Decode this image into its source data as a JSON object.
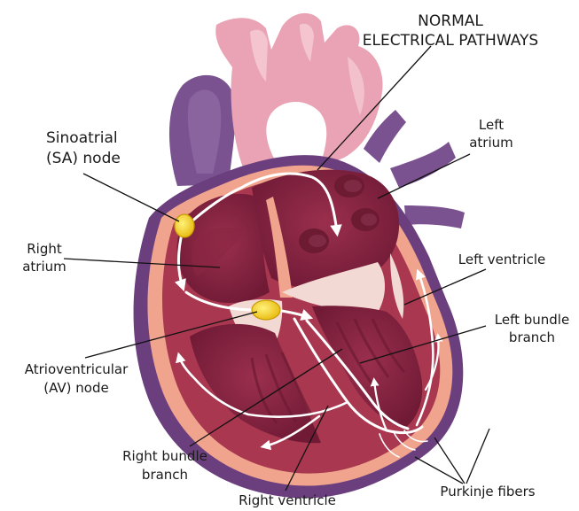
{
  "title": {
    "line1": "NORMAL",
    "line2": "ELECTRICAL PATHWAYS"
  },
  "labels": {
    "sa_node": {
      "line1": "Sinoatrial",
      "line2": "(SA) node"
    },
    "right_atrium": {
      "line1": "Right",
      "line2": "atrium"
    },
    "av_node": {
      "line1": "Atrioventricular",
      "line2": "(AV) node"
    },
    "right_bundle_branch": {
      "line1": "Right bundle",
      "line2": "branch"
    },
    "right_ventricle": {
      "line1": "Right ventricle"
    },
    "left_atrium": {
      "line1": "Left",
      "line2": "atrium"
    },
    "left_ventricle": {
      "line1": "Left ventricle"
    },
    "left_bundle_branch": {
      "line1": "Left bundle",
      "line2": "branch"
    },
    "purkinje_fibers": {
      "line1": "Purkinje fibers"
    }
  },
  "colors": {
    "aorta": "#e9a3b4",
    "aorta_light": "#f6cdd6",
    "vein": "#7a5290",
    "heart_outer": "#f0a48e",
    "chamber": "#8a2743",
    "chamber_dark": "#6d1a33",
    "muscle": "#a8374f",
    "valve": "#f3d9d3",
    "node": "#f2cf1d",
    "node_edge": "#c79a05",
    "pathway": "#ffffff"
  }
}
